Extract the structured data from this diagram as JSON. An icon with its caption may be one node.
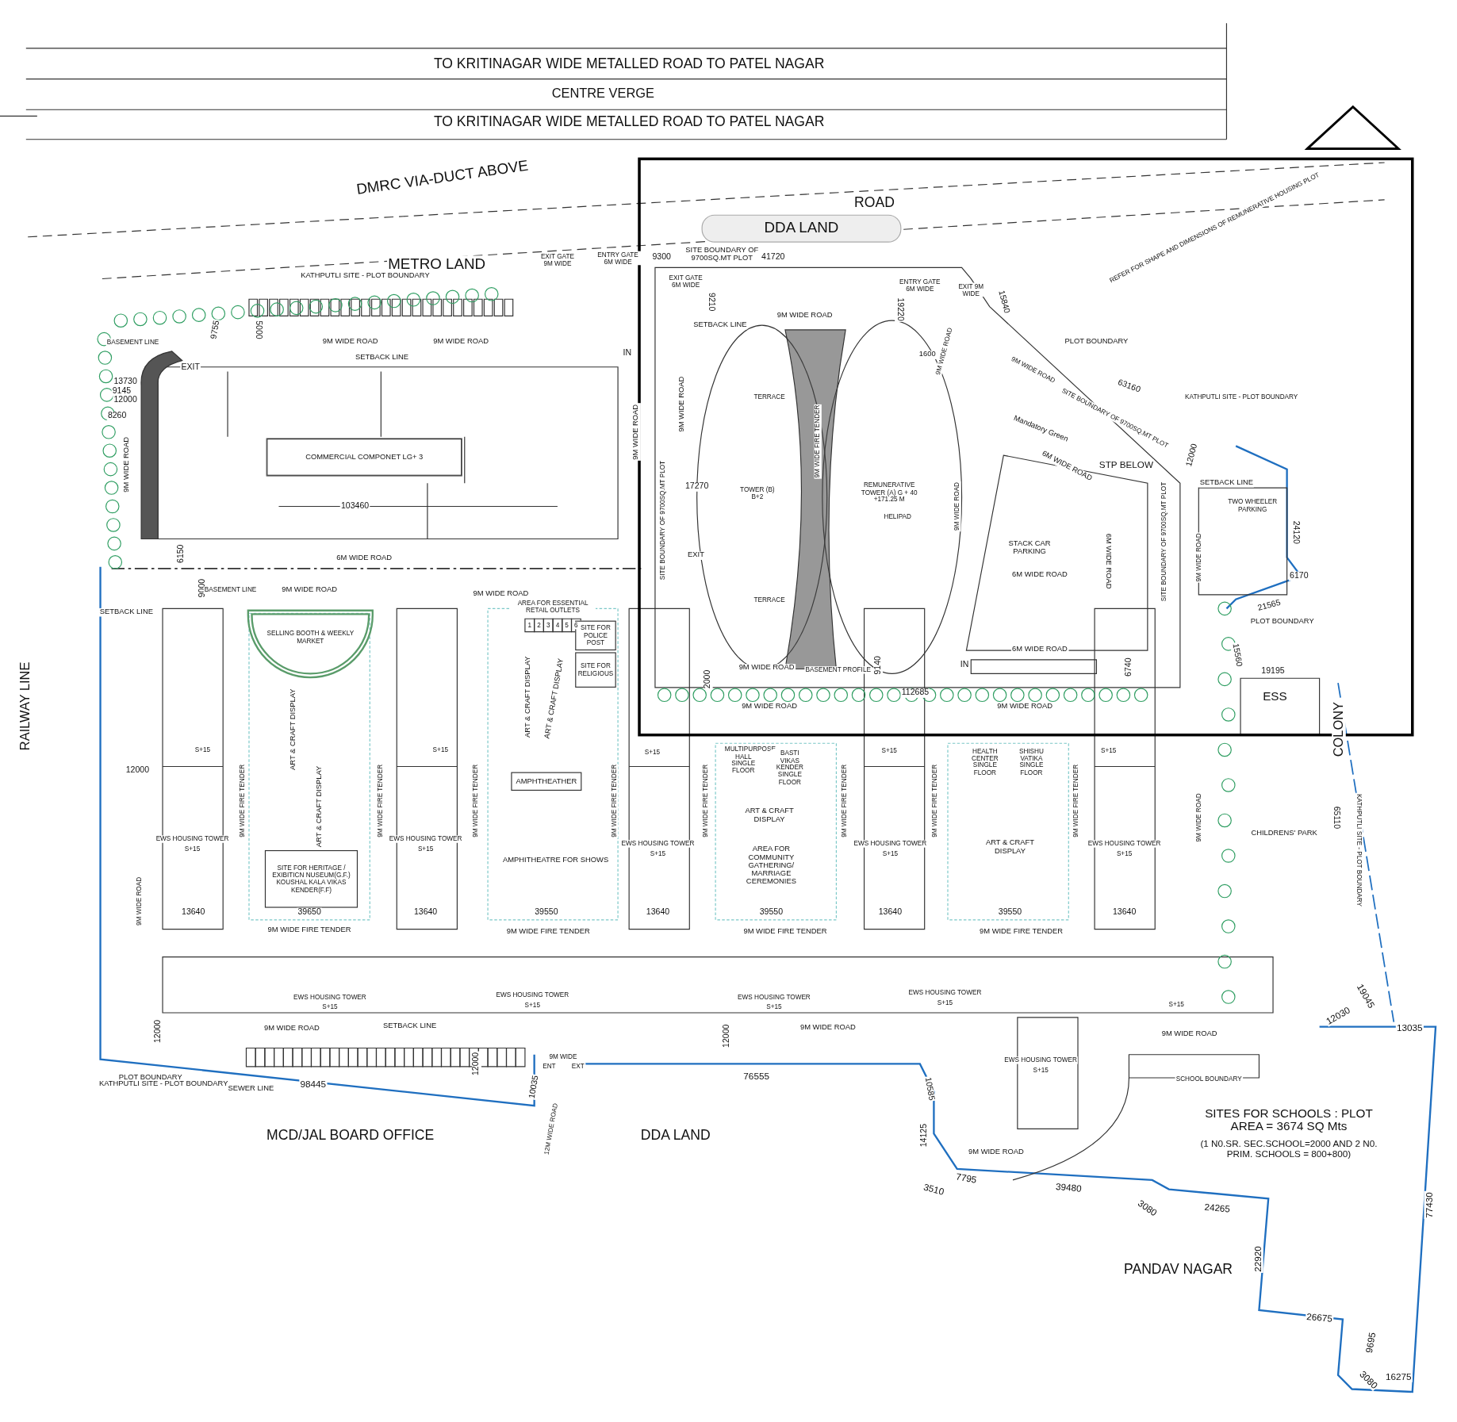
{
  "diagram": {
    "nodes": [
      {
        "text": [
          "DDA LAND"
        ]
      },
      {
        "text": [
          "COMMERCIAL COMPONET LG+ 3"
        ]
      },
      {
        "text": [
          "SELLING BOOTH & WEEKLY MARKET"
        ]
      },
      {
        "text": [
          "SITE FOR POLICE POST"
        ]
      },
      {
        "text": [
          "SITE FOR RELIGIOUS"
        ]
      },
      {
        "text": [
          "SITE FOR HERITAGE / EXIBITICN NUSEUM(G.F.) KOUSHAL KALA VIKAS KENDER(F.F)"
        ]
      },
      {
        "text": [
          "AMPHTHEATHER"
        ]
      }
    ],
    "labels": [
      "TO KRITINAGAR WIDE METALLED ROAD TO PATEL NAGAR",
      "CENTRE VERGE",
      "TO KRITINAGAR WIDE METALLED ROAD TO PATEL NAGAR",
      "DMRC VIA-DUCT ABOVE",
      "ROAD",
      "METRO LAND",
      "KATHPUTLI SITE - PLOT BOUNDARY",
      "EXIT GATE 9M WIDE",
      "ENTRY GATE 6M WIDE",
      "SITE BOUNDARY OF 9700SQ.MT PLOT",
      "9300",
      "41720",
      "REFER FOR SHAPE AND DIMENSIONS OF REMUNERATIVE HOUSING PLOT",
      "BASEMENT LINE",
      "9755",
      "5000",
      "9M WIDE ROAD",
      "9M WIDE ROAD",
      "SETBACK LINE",
      "EXIT",
      "13730",
      "9145",
      "12000",
      "8260",
      "9M WIDE ROAD",
      "103460",
      "6M WIDE ROAD",
      "6150",
      "9000",
      "9M WIDE ROAD",
      "IN",
      "EXIT GATE 6M WIDE",
      "9210",
      "19220",
      "ENTRY GATE 6M WIDE",
      "EXIT 9M WIDE",
      "15840",
      "SETBACK LINE",
      "9M WIDE ROAD",
      "9M WIDE ROAD",
      "TERRACE",
      "TOWER (B) B+2",
      "17270",
      "9M WIDE FIRE TENDER",
      "REMUNERATIVE TOWER (A) G + 40 +171.25 M",
      "HELIPAD",
      "TERRACE",
      "EXIT",
      "SITE BOUNDARY OF 9700SQ.MT PLOT",
      "9M WIDE ROAD",
      "1600",
      "PLOT BOUNDARY",
      "63160",
      "KATHPUTLI SITE - PLOT BOUNDARY",
      "9M WIDE ROAD",
      "SITE BOUNDARY OF 9700SQ.MT PLOT",
      "Mandatory Green",
      "STP BELOW",
      "6M WIDE ROAD",
      "12000",
      "9M WIDE ROAD",
      "STACK CAR PARKING",
      "6M WIDE ROAD",
      "6M WIDE ROAD",
      "6M WIDE ROAD",
      "SITE BOUNDARY OF 9700SQ.MT PLOT",
      "SETBACK LINE",
      "TWO WHEELER PARKING",
      "9M WIDE ROAD",
      "24120",
      "6170",
      "21565",
      "PLOT BOUNDARY",
      "15560",
      "19195",
      "IN",
      "9M WIDE ROAD",
      "BASEMENT PROFILE",
      "2000",
      "9140",
      "6740",
      "112685",
      "9M WIDE ROAD",
      "9M WIDE ROAD",
      "ESS",
      "COLONY",
      "RAILWAY LINE",
      "BASEMENT LINE",
      "9M WIDE ROAD",
      "9M WIDE ROAD",
      "SETBACK LINE",
      "AREA FOR ESSENTIAL RETAIL OUTLETS",
      "1",
      "2",
      "3",
      "4",
      "5",
      "6",
      "ART & CRAFT DISPLAY",
      "ART & CRAFT DISPLAY",
      "ART & CRAFT DISPLAY",
      "ART & CRAFT DISPLAY",
      "AMPHITHEATRE FOR SHOWS",
      "12000",
      "9M WIDE FIRE TENDER",
      "9M WIDE FIRE TENDER",
      "9M WIDE FIRE TENDER",
      "9M WIDE FIRE TENDER",
      "9M WIDE FIRE TENDER",
      "9M WIDE FIRE TENDER",
      "9M WIDE FIRE TENDER",
      "9M WIDE FIRE TENDER",
      "MULTIPURPOSE HALL SINGLE FLOOR",
      "BASTI VIKAS KENDER SINGLE FLOOR",
      "ART & CRAFT DISPLAY",
      "AREA FOR COMMUNITY GATHERING/ MARRIAGE CEREMONIES",
      "HEALTH CENTER SINGLE FLOOR",
      "SHISHU VATIKA SINGLE FLOOR",
      "ART & CRAFT DISPLAY",
      "9M WIDE ROAD",
      "CHILDRENS' PARK",
      "65110",
      "KATHPUTLI SITE - PLOT BOUNDARY",
      "9M WIDE ROAD",
      "13640",
      "39650",
      "13640",
      "39550",
      "13640",
      "39550",
      "13640",
      "39550",
      "13640",
      "9M WIDE FIRE TENDER",
      "9M WIDE FIRE TENDER",
      "9M WIDE FIRE TENDER",
      "9M WIDE FIRE TENDER",
      "EWS HOUSING TOWER",
      "S+15",
      "EWS HOUSING TOWER",
      "S+15",
      "EWS HOUSING TOWER",
      "S+15",
      "EWS HOUSING TOWER",
      "S+15",
      "EWS HOUSING TOWER",
      "S+15",
      "EWS HOUSING TOWER",
      "S+15",
      "EWS HOUSING TOWER",
      "S+15",
      "EWS HOUSING TOWER",
      "S+15",
      "EWS HOUSING TOWER",
      "S+15",
      "S+15",
      "EWS HOUSING TOWER",
      "S+15",
      "S+15",
      "S+15",
      "S+15",
      "S+15",
      "S+15",
      "9M WIDE ROAD",
      "SETBACK LINE",
      "9M WIDE ROAD",
      "9M WIDE ROAD",
      "12000",
      "12000",
      "12000",
      "PLOT BOUNDARY",
      "KATHPUTLI SITE - PLOT BOUNDARY",
      "SEWER LINE",
      "98445",
      "10035",
      "9M WIDE",
      "ENT",
      "EXT",
      "76555",
      "12M WIDE ROAD",
      "MCD/JAL BOARD OFFICE",
      "DDA LAND",
      "10585",
      "SCHOOL BOUNDARY",
      "SITES FOR SCHOOLS : PLOT AREA = 3674 SQ Mts",
      "(1 N0.SR. SEC.SCHOOL=2000 AND 2 N0. PRIM. SCHOOLS = 800+800)",
      "9M WIDE ROAD",
      "14125",
      "3510",
      "7795",
      "39480",
      "3080",
      "24265",
      "22920",
      "PANDAV NAGAR",
      "26675",
      "9695",
      "3080",
      "16275",
      "77430",
      "13035",
      "12030",
      "19045"
    ]
  }
}
